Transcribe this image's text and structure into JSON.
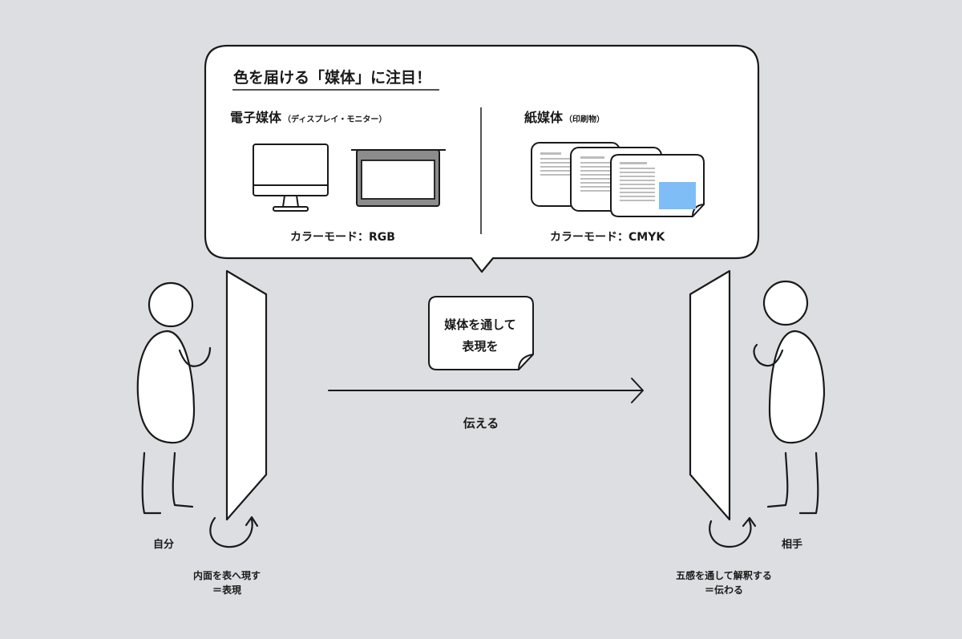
{
  "bubble": {
    "title": "色を届ける「媒体」に注目！",
    "electronic": {
      "heading": "電子媒体",
      "sub": "（ディスプレイ・モニター）",
      "mode": "カラーモード：RGB"
    },
    "paper": {
      "heading": "紙媒体",
      "sub": "（印刷物）",
      "mode": "カラーモード：CMYK"
    }
  },
  "note": {
    "line1": "媒体を通して",
    "line2": "表現を"
  },
  "arrow_label": "伝える",
  "left": {
    "label": "自分",
    "caption_line1": "内面を表へ現す",
    "caption_line2": "＝表現"
  },
  "right": {
    "label": "相手",
    "caption_line1": "五感を通して解釈する",
    "caption_line2": "＝伝わる"
  },
  "colors": {
    "background": "#dddee2",
    "ink": "#1a1a1a",
    "accent_blue": "#7fbdf6",
    "screen_gray": "#8c8c8c",
    "text_line_gray": "#bdbdbd"
  }
}
